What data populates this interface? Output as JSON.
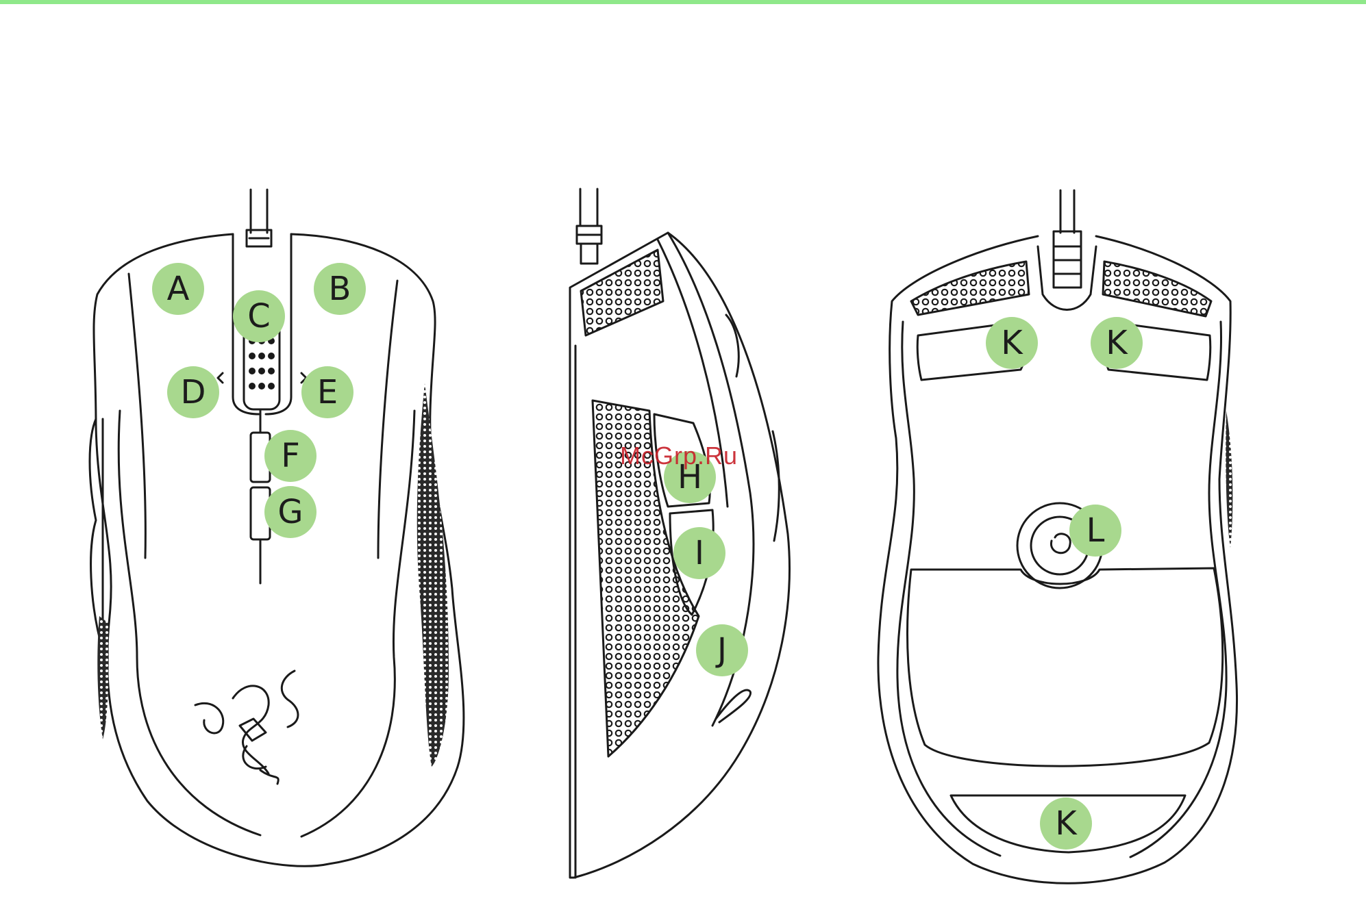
{
  "colors": {
    "accent_rule": "#8fe88a",
    "callout_fill": "#a8d88e",
    "line": "#1a1a1a",
    "watermark": "#c8232c"
  },
  "watermark": "McGrp.Ru",
  "callouts": {
    "top_view": {
      "a": "A",
      "b": "B",
      "c": "C",
      "d": "D",
      "e": "E",
      "f": "F",
      "g": "G"
    },
    "side_view": {
      "h": "H",
      "i": "I",
      "j": "J"
    },
    "bottom_view": {
      "k1": "K",
      "k2": "K",
      "k3": "K",
      "l": "L"
    }
  }
}
